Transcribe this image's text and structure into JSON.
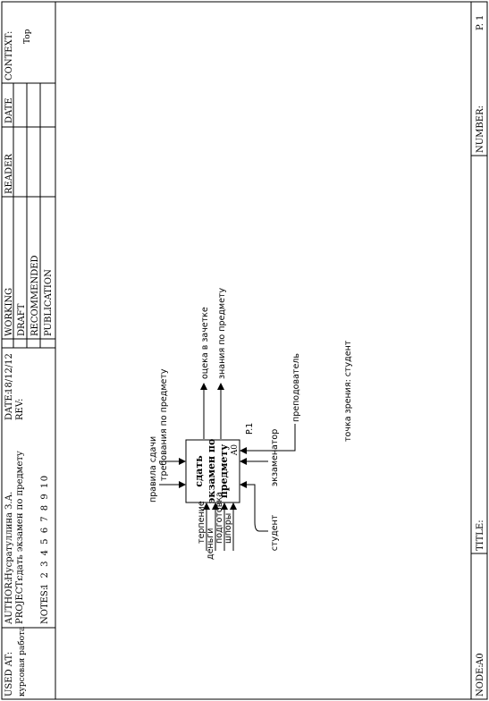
{
  "header": {
    "used_at_label": "USED AT:",
    "used_at_value": "курсовая работа",
    "author_label": "AUTHOR:",
    "author_value": "Нусратуллина З.А.",
    "project_label": "PROJECT:",
    "project_value": "сдать экзамен по предмету",
    "date_label": "DATE:",
    "date_value": "18/12/12",
    "rev_label": "REV:",
    "notes_label": "NOTES:",
    "notes_numbers": "1 2 3 4 5 6 7 8 9 10",
    "status": [
      "WORKING",
      "DRAFT",
      "RECOMMENDED",
      "PUBLICATION"
    ],
    "reader_label": "READER",
    "reader_date_label": "DATE",
    "context_label": "CONTEXT:",
    "context_value": "Top"
  },
  "footer": {
    "node_label": "NODE:",
    "node_value": "A0",
    "title_label": "TITLE:",
    "number_label": "NUMBER:",
    "page_value": "P. 1"
  },
  "diagram": {
    "box": {
      "label_lines": [
        "сдать",
        "экзамен по",
        "предмету"
      ],
      "id": "A0",
      "page_ref": "P.1"
    },
    "inputs": [
      "терпение",
      "деньги",
      "подготовка",
      "шпоры"
    ],
    "controls": [
      "правила сдачи",
      "требования по предмету"
    ],
    "outputs": [
      "оцека в зачетке",
      "знания по предмету"
    ],
    "mechanisms": [
      "преподователь",
      "экзаменатор",
      "студент"
    ],
    "viewpoint": "точка зрения: студент"
  }
}
